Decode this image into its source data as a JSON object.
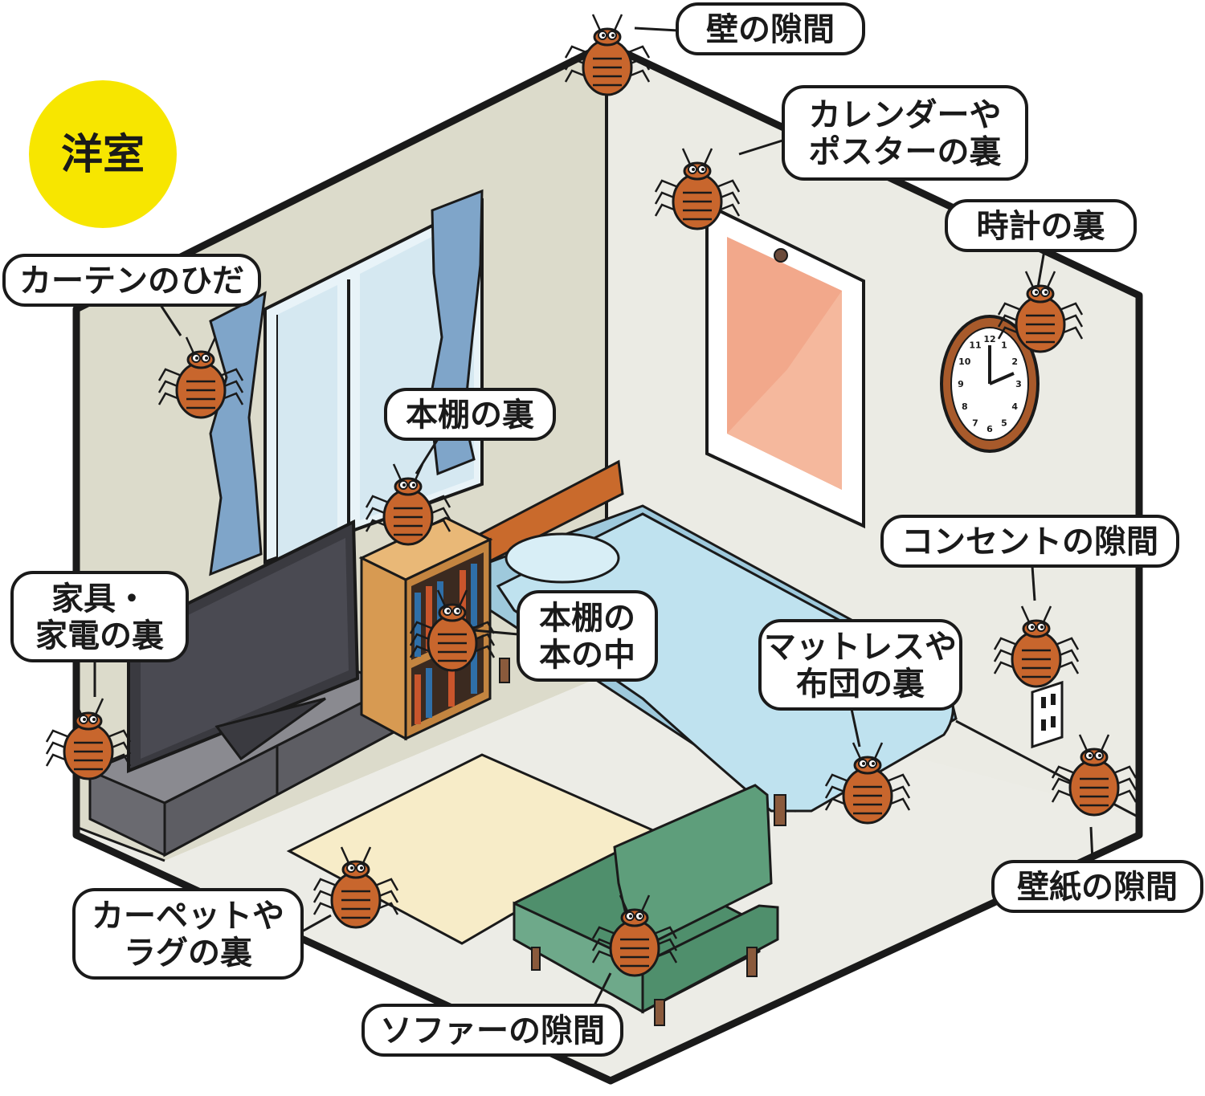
{
  "room_label": "洋室",
  "colors": {
    "badge": "#f7e600",
    "wall_left": "#dcdbcb",
    "wall_right": "#ebebe4",
    "floor": "#ecece6",
    "bug": "#c8662d",
    "bed": "#bfe2ef",
    "sofa": "#6ea98a",
    "curtain": "#7fa5c9",
    "rug": "#f7ecc8",
    "poster": "#f2a88b"
  },
  "clock_numbers": [
    "12",
    "1",
    "2",
    "3",
    "4",
    "5",
    "6",
    "7",
    "8",
    "9",
    "10",
    "11"
  ],
  "callouts": {
    "wall_gap": {
      "lines": [
        "壁の隙間"
      ]
    },
    "calendar": {
      "lines": [
        "カレンダーや",
        "ポスターの裏"
      ]
    },
    "clock": {
      "lines": [
        "時計の裏"
      ]
    },
    "curtain": {
      "lines": [
        "カーテンのひだ"
      ]
    },
    "bookshelf_back": {
      "lines": [
        "本棚の裏"
      ]
    },
    "bookshelf_books": {
      "lines": [
        "本棚の",
        "本の中"
      ]
    },
    "furniture": {
      "lines": [
        "家具・",
        "家電の裏"
      ]
    },
    "outlet": {
      "lines": [
        "コンセントの隙間"
      ]
    },
    "mattress": {
      "lines": [
        "マットレスや",
        "布団の裏"
      ]
    },
    "wallpaper": {
      "lines": [
        "壁紙の隙間"
      ]
    },
    "carpet": {
      "lines": [
        "カーペットや",
        "ラグの裏"
      ]
    },
    "sofa": {
      "lines": [
        "ソファーの隙間"
      ]
    }
  }
}
